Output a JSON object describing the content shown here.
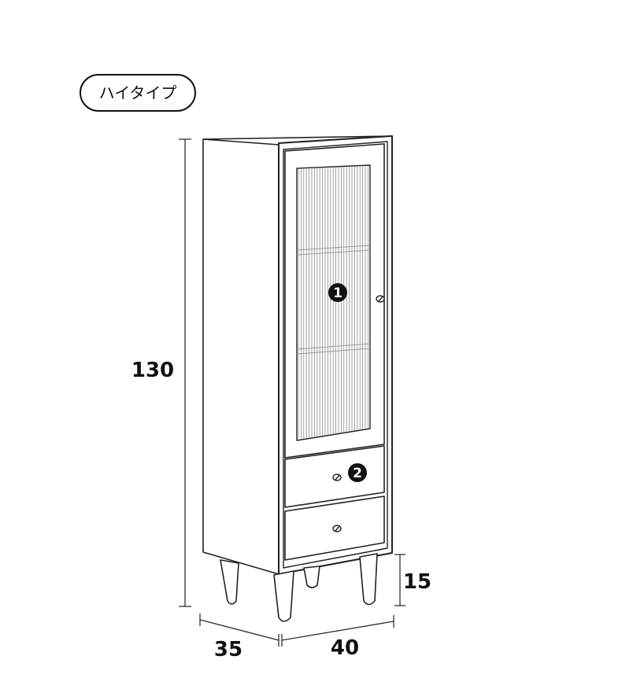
{
  "type_label": "ハイタイプ",
  "dimensions": {
    "height": "130",
    "leg_height": "15",
    "depth": "35",
    "width": "40"
  },
  "callouts": {
    "door": "1",
    "drawer": "2"
  }
}
